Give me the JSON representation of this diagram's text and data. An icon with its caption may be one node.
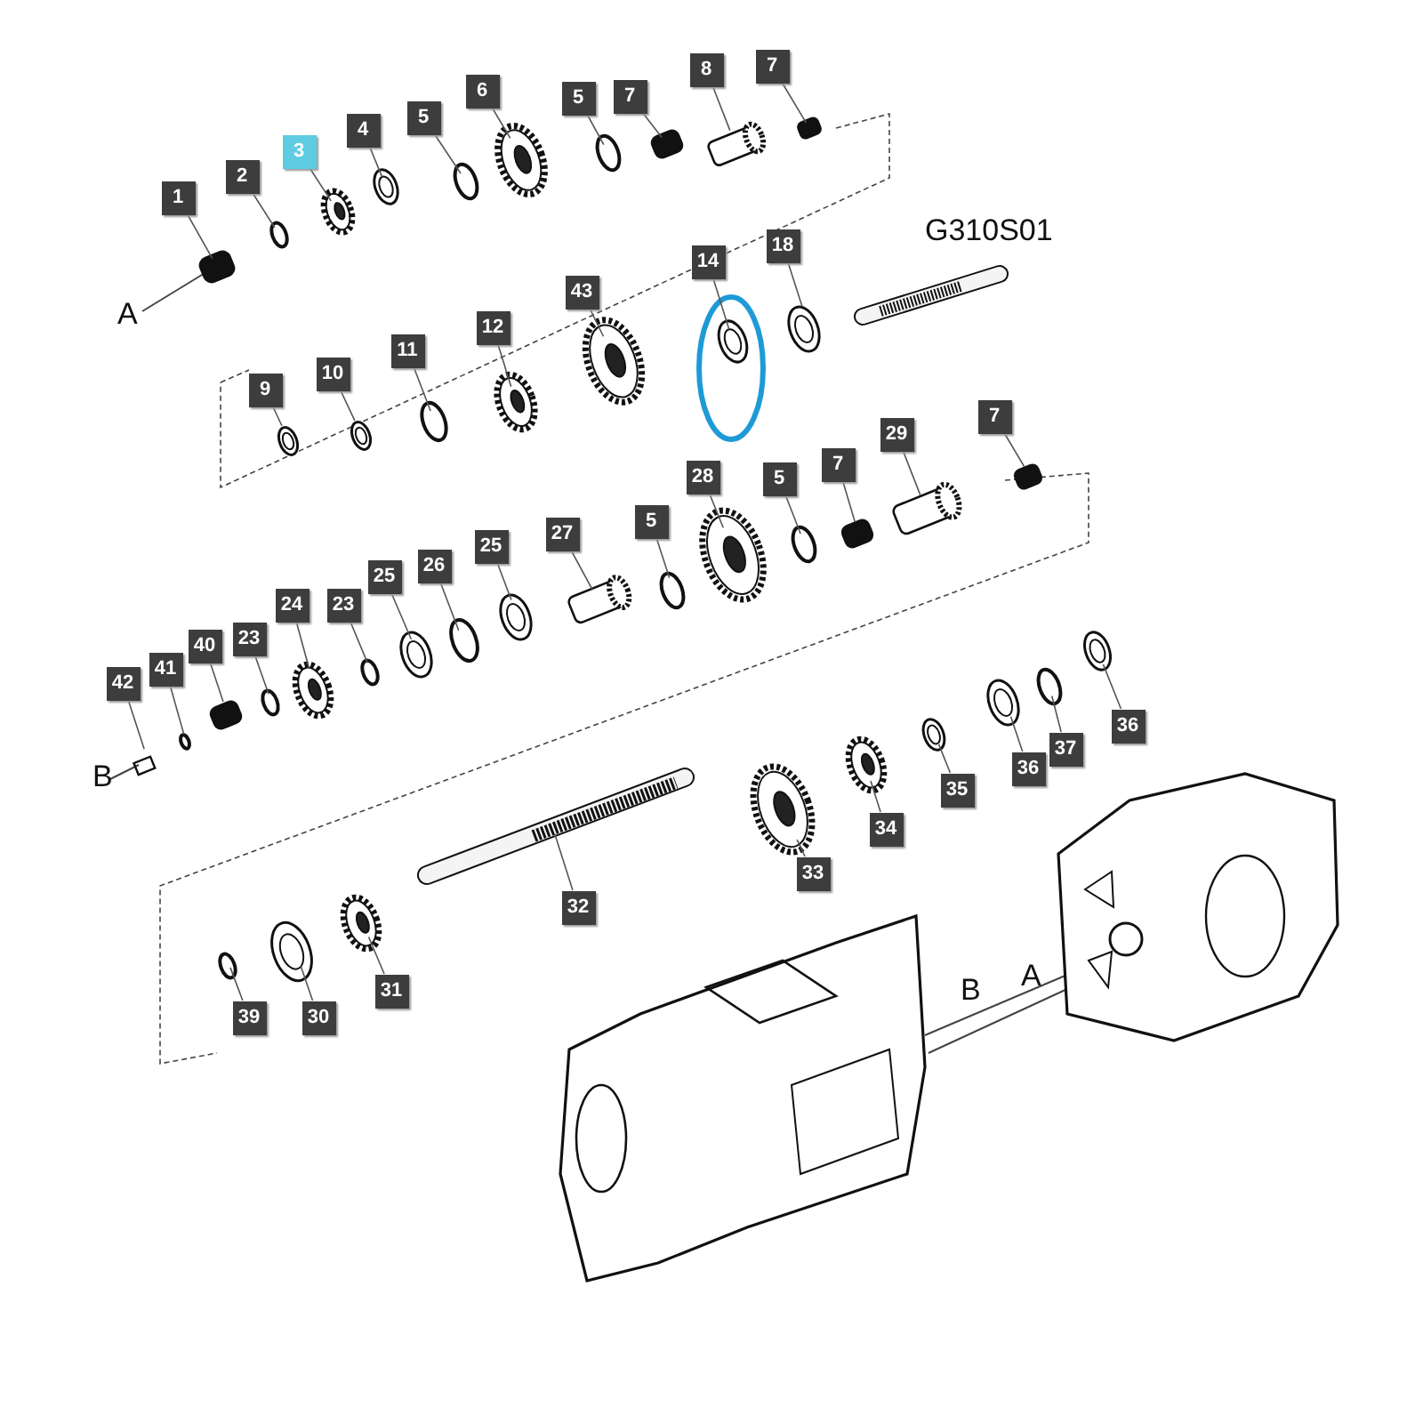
{
  "diagram": {
    "nodes": [
      {
        "text": [
          "1"
        ]
      },
      {
        "text": [
          "2"
        ]
      },
      {
        "text": [
          "3"
        ]
      },
      {
        "text": [
          "4"
        ]
      },
      {
        "text": [
          "5"
        ]
      },
      {
        "text": [
          "6"
        ]
      },
      {
        "text": [
          "5"
        ]
      },
      {
        "text": [
          "7"
        ]
      },
      {
        "text": [
          "8"
        ]
      },
      {
        "text": [
          "7"
        ]
      },
      {
        "text": [
          "14"
        ]
      },
      {
        "text": [
          "18"
        ]
      },
      {
        "text": [
          "43"
        ]
      },
      {
        "text": [
          "12"
        ]
      },
      {
        "text": [
          "11"
        ]
      },
      {
        "text": [
          "10"
        ]
      },
      {
        "text": [
          "9"
        ]
      },
      {
        "text": [
          "28"
        ]
      },
      {
        "text": [
          "5"
        ]
      },
      {
        "text": [
          "7"
        ]
      },
      {
        "text": [
          "29"
        ]
      },
      {
        "text": [
          "7"
        ]
      },
      {
        "text": [
          "27"
        ]
      },
      {
        "text": [
          "5"
        ]
      },
      {
        "text": [
          "25"
        ]
      },
      {
        "text": [
          "26"
        ]
      },
      {
        "text": [
          "25"
        ]
      },
      {
        "text": [
          "24"
        ]
      },
      {
        "text": [
          "23"
        ]
      },
      {
        "text": [
          "40"
        ]
      },
      {
        "text": [
          "23"
        ]
      },
      {
        "text": [
          "41"
        ]
      },
      {
        "text": [
          "42"
        ]
      },
      {
        "text": [
          "36"
        ]
      },
      {
        "text": [
          "37"
        ]
      },
      {
        "text": [
          "36"
        ]
      },
      {
        "text": [
          "35"
        ]
      },
      {
        "text": [
          "34"
        ]
      },
      {
        "text": [
          "33"
        ]
      },
      {
        "text": [
          "32"
        ]
      },
      {
        "text": [
          "31"
        ]
      },
      {
        "text": [
          "30"
        ]
      },
      {
        "text": [
          "39"
        ]
      }
    ],
    "edges": [
      {
        "from": 0,
        "to": null,
        "arrow": "none"
      },
      {
        "from": 1,
        "to": null,
        "arrow": "none"
      },
      {
        "from": 2,
        "to": null,
        "arrow": "none"
      },
      {
        "from": 3,
        "to": null,
        "arrow": "none"
      },
      {
        "from": 4,
        "to": null,
        "arrow": "none"
      },
      {
        "from": 5,
        "to": null,
        "arrow": "none"
      },
      {
        "from": 6,
        "to": null,
        "arrow": "none"
      },
      {
        "from": 7,
        "to": null,
        "arrow": "none"
      },
      {
        "from": 8,
        "to": null,
        "arrow": "none"
      },
      {
        "from": 9,
        "to": null,
        "arrow": "none"
      },
      {
        "from": 10,
        "to": null,
        "arrow": "none"
      },
      {
        "from": 11,
        "to": null,
        "arrow": "none"
      },
      {
        "from": 12,
        "to": null,
        "arrow": "none"
      },
      {
        "from": 13,
        "to": null,
        "arrow": "none"
      },
      {
        "from": 14,
        "to": null,
        "arrow": "none"
      },
      {
        "from": 15,
        "to": null,
        "arrow": "none"
      },
      {
        "from": 16,
        "to": null,
        "arrow": "none"
      },
      {
        "from": 17,
        "to": null,
        "arrow": "none"
      },
      {
        "from": 18,
        "to": null,
        "arrow": "none"
      },
      {
        "from": 19,
        "to": null,
        "arrow": "none"
      },
      {
        "from": 20,
        "to": null,
        "arrow": "none"
      },
      {
        "from": 21,
        "to": null,
        "arrow": "none"
      },
      {
        "from": 22,
        "to": null,
        "arrow": "none"
      },
      {
        "from": 23,
        "to": null,
        "arrow": "none"
      },
      {
        "from": 24,
        "to": null,
        "arrow": "none"
      },
      {
        "from": 25,
        "to": null,
        "arrow": "none"
      },
      {
        "from": 26,
        "to": null,
        "arrow": "none"
      },
      {
        "from": 27,
        "to": null,
        "arrow": "none"
      },
      {
        "from": 28,
        "to": null,
        "arrow": "none"
      },
      {
        "from": 29,
        "to": null,
        "arrow": "none"
      },
      {
        "from": 30,
        "to": null,
        "arrow": "none"
      },
      {
        "from": 31,
        "to": null,
        "arrow": "none"
      },
      {
        "from": 32,
        "to": null,
        "arrow": "none"
      },
      {
        "from": 33,
        "to": null,
        "arrow": "none"
      },
      {
        "from": 34,
        "to": null,
        "arrow": "none"
      },
      {
        "from": 35,
        "to": null,
        "arrow": "none"
      },
      {
        "from": 36,
        "to": null,
        "arrow": "none"
      },
      {
        "from": 37,
        "to": null,
        "arrow": "none"
      },
      {
        "from": 38,
        "to": null,
        "arrow": "none"
      },
      {
        "from": 39,
        "to": null,
        "arrow": "none"
      },
      {
        "from": 40,
        "to": null,
        "arrow": "none"
      },
      {
        "from": 41,
        "to": null,
        "arrow": "none"
      },
      {
        "from": 42,
        "to": null,
        "arrow": "none"
      }
    ],
    "labels": [
      "G310S01",
      "A",
      "B",
      "B",
      "A"
    ]
  }
}
